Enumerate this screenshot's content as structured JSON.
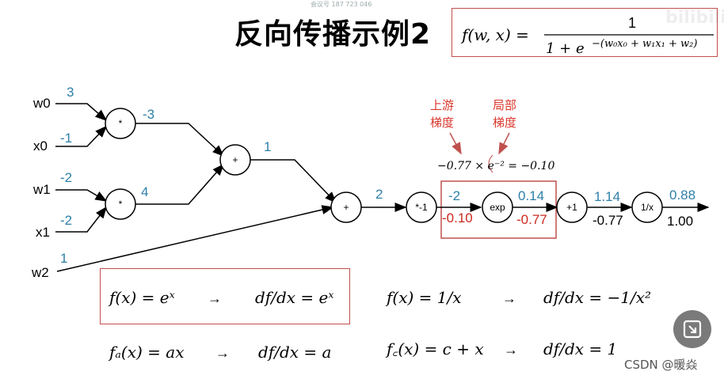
{
  "title": "反向传播示例2",
  "meeting_tag": "会议号 187 723 046",
  "corner_logo": "bilibili",
  "watermark": "CSDN @暖焱",
  "top_formula": {
    "lhs": "f(w, x) =",
    "numerator": "1",
    "denominator": "1 + e",
    "exponent": "−(w₀x₀ + w₁x₁ + w₂)"
  },
  "inputs": [
    {
      "name": "w0",
      "value": "3",
      "grad": ""
    },
    {
      "name": "x0",
      "value": "-1",
      "grad": ""
    },
    {
      "name": "w1",
      "value": "-2",
      "grad": ""
    },
    {
      "name": "x1",
      "value": "-2",
      "grad": ""
    },
    {
      "name": "w2",
      "value": "1",
      "grad": ""
    }
  ],
  "nodes": [
    {
      "id": "mul1",
      "label": "*"
    },
    {
      "id": "mul2",
      "label": "*"
    },
    {
      "id": "add1",
      "label": "+"
    },
    {
      "id": "add2",
      "label": "+"
    },
    {
      "id": "neg",
      "label": "*-1"
    },
    {
      "id": "exp",
      "label": "exp"
    },
    {
      "id": "plus1",
      "label": "+1"
    },
    {
      "id": "recip",
      "label": "1/x"
    }
  ],
  "edge_values": {
    "mul1_out": "-3",
    "mul2_out": "4",
    "add1_out": "1",
    "add2_out": "2",
    "neg_out": "-2",
    "neg_out_grad": "-0.10",
    "exp_out": "0.14",
    "exp_out_grad": "-0.77",
    "plus1_out": "1.14",
    "plus1_out_grad": "-0.77",
    "recip_out": "0.88",
    "recip_out_grad": "1.00"
  },
  "annotations": {
    "upstream_grad": "上游\n梯度",
    "local_grad": "局部\n梯度",
    "calc": "−0.77 × e⁻² = −0.10"
  },
  "rules": [
    {
      "lhs": "f(x) = eˣ",
      "arrow": "→",
      "deriv": "df/dx = eˣ",
      "highlight": true
    },
    {
      "lhs": "f(x) = 1/x",
      "arrow": "→",
      "deriv": "df/dx = −1/x²",
      "highlight": false
    },
    {
      "lhs": "fₐ(x) = ax",
      "arrow": "→",
      "deriv": "df/dx = a",
      "highlight": false
    },
    {
      "lhs": "f꜀(x) = c + x",
      "arrow": "→",
      "deriv": "df/dx = 1",
      "highlight": false
    }
  ],
  "colors": {
    "forward_value": "#2e7fa8",
    "gradient": "#cc2a1e",
    "highlight_box": "#c0504d",
    "annotation": "#d9362b"
  }
}
